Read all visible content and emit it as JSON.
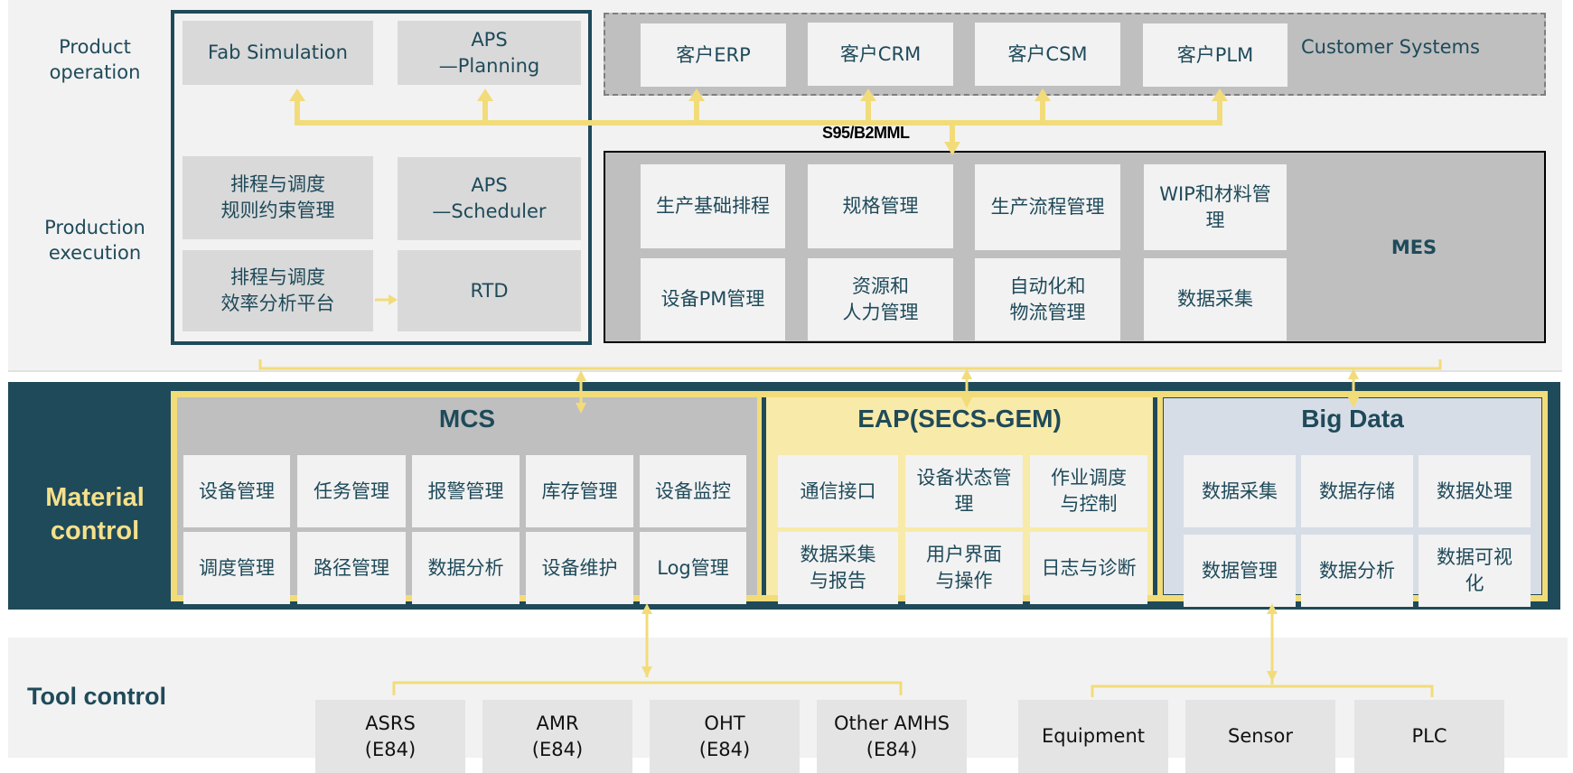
{
  "colors": {
    "dark_teal": "#1f4a5a",
    "accent_yellow": "#f2dc7a",
    "eap_yellow": "#f8eaa8",
    "bigdata_blue": "#d6dde6",
    "mid_gray": "#bfbfbf",
    "light_gray": "#d9d9d9",
    "panel": "#f2f2f2"
  },
  "rows": {
    "product_operation": "Product operation",
    "production_execution": "Production execution",
    "material_control": "Material control",
    "tool_control": "Tool control"
  },
  "planning": {
    "fab_simulation": "Fab Simulation",
    "aps_planning": [
      "APS",
      "—Planning"
    ],
    "rule_constraint": [
      "排程与调度",
      "规则约束管理"
    ],
    "aps_scheduler": [
      "APS",
      "—Scheduler"
    ],
    "efficiency_platform": [
      "排程与调度",
      "效率分析平台"
    ],
    "rtd": "RTD"
  },
  "customer_systems": {
    "title": "Customer Systems",
    "items": [
      "客户ERP",
      "客户CRM",
      "客户CSM",
      "客户PLM"
    ]
  },
  "interface_label": "S95/B2MML",
  "mes": {
    "title": "MES",
    "items": [
      [
        "生产基础排程"
      ],
      [
        "规格管理"
      ],
      [
        "生产流程管理"
      ],
      [
        "WIP和材料管",
        "理"
      ],
      [
        "设备PM管理"
      ],
      [
        "资源和",
        "人力管理"
      ],
      [
        "自动化和",
        "物流管理"
      ],
      [
        "数据采集"
      ]
    ]
  },
  "mcs": {
    "title": "MCS",
    "items": [
      "设备管理",
      "任务管理",
      "报警管理",
      "库存管理",
      "设备监控",
      "调度管理",
      "路径管理",
      "数据分析",
      "设备维护",
      "Log管理"
    ]
  },
  "eap": {
    "title": "EAP(SECS-GEM)",
    "items": [
      [
        "通信接口"
      ],
      [
        "设备状态管",
        "理"
      ],
      [
        "作业调度",
        "与控制"
      ],
      [
        "数据采集",
        "与报告"
      ],
      [
        "用户界面",
        "与操作"
      ],
      [
        "日志与诊断"
      ]
    ]
  },
  "bigdata": {
    "title": "Big Data",
    "items": [
      [
        "数据采集"
      ],
      [
        "数据存储"
      ],
      [
        "数据处理"
      ],
      [
        "数据管理"
      ],
      [
        "数据分析"
      ],
      [
        "数据可视",
        "化"
      ]
    ]
  },
  "tools": {
    "amhs": [
      [
        "ASRS",
        "(E84)"
      ],
      [
        "AMR",
        "(E84)"
      ],
      [
        "OHT",
        "(E84)"
      ],
      [
        "Other AMHS",
        "(E84)"
      ]
    ],
    "devices": [
      "Equipment",
      "Sensor",
      "PLC"
    ]
  }
}
